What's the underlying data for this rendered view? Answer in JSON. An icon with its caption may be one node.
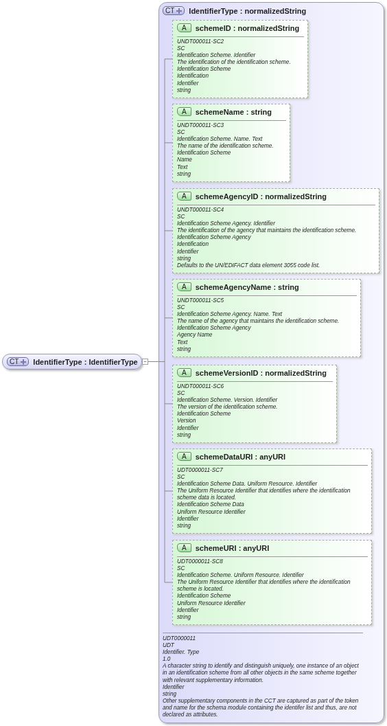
{
  "diagram": {
    "nodes": [
      {
        "text": [
          "CT",
          "IdentifierType : IdentifierType"
        ]
      },
      {
        "text": [
          "CT",
          "IdentifierType : normalizedString",
          "UDT0000011",
          "UDT",
          "Identifier. Type",
          "1.0",
          "A character string to identify and distinguish uniquely, one instance of an object in an identification scheme from all other objects in the same scheme together with relevant supplementary information.",
          "Identifier",
          "string",
          "Other supplementary components in the CCT are captured as part of the token and name for the schema module containing the identifer list and thus, are not declared as attributes."
        ]
      },
      {
        "text": [
          "A",
          "schemeID : normalizedString",
          "UNDT000011-SC2",
          "SC",
          "Identification Scheme. Identifier",
          "The identification of the identification scheme.",
          "Identification Scheme",
          "Identification",
          "Identifier",
          "string"
        ],
        "in": 1
      },
      {
        "text": [
          "A",
          "schemeName : string",
          "UNDT000011-SC3",
          "SC",
          "Identification Scheme. Name. Text",
          "The name of the identification scheme.",
          "Identification Scheme",
          "Name",
          "Text",
          "string"
        ],
        "in": 1
      },
      {
        "text": [
          "A",
          "schemeAgencyID : normalizedString",
          "UNDT000011-SC4",
          "SC",
          "Identification Scheme Agency. Identifier",
          "The identification of the agency that maintains the identification scheme.",
          "Identification Scheme Agency",
          "Identification",
          "Identifier",
          "string",
          "Defaults to the UN/EDIFACT data element 3055 code list."
        ],
        "in": 1
      },
      {
        "text": [
          "A",
          "schemeAgencyName : string",
          "UNDT000011-SC5",
          "SC",
          "Identification Scheme Agency. Name. Text",
          "The name of the agency that maintains the identification scheme.",
          "Identification Scheme Agency",
          "Agency Name",
          "Text",
          "string"
        ],
        "in": 1
      },
      {
        "text": [
          "A",
          "schemeVersionID : normalizedString",
          "UNDT000011-SC6",
          "SC",
          "Identification Scheme. Version. Identifier",
          "The version of the identification scheme.",
          "Identification Scheme",
          "Version",
          "Identifier",
          "string"
        ],
        "in": 1
      },
      {
        "text": [
          "A",
          "schemeDataURI : anyURI",
          "UDT0000011-SC7",
          "SC",
          "Identification Scheme Data. Uniform Resource. Identifier",
          "The Uniform Resource Identifier that identifies where the identification scheme data is located.",
          "Identification Scheme Data",
          "Uniform Resource Identifier",
          "Identifier",
          "string"
        ],
        "in": 1
      },
      {
        "text": [
          "A",
          "schemeURI : anyURI",
          "UDT0000011-SC8",
          "SC",
          "Identification Scheme. Uniform Resource. Identifier",
          "The Uniform Resource Identifier that identifies where the identification scheme is located.",
          "Identification Scheme",
          "Uniform Resource Identifier",
          "Identifier",
          "string"
        ],
        "in": 1
      }
    ],
    "edges": [
      {
        "from": 0,
        "to": 2,
        "arrow": "other"
      },
      {
        "from": 0,
        "to": 3,
        "arrow": "other"
      },
      {
        "from": 0,
        "to": 4,
        "arrow": "other"
      },
      {
        "from": 0,
        "to": 5,
        "arrow": "other"
      },
      {
        "from": 0,
        "to": 6,
        "arrow": "other"
      },
      {
        "from": 0,
        "to": 7,
        "arrow": "other"
      },
      {
        "from": 0,
        "to": 8,
        "arrow": "other"
      }
    ]
  }
}
